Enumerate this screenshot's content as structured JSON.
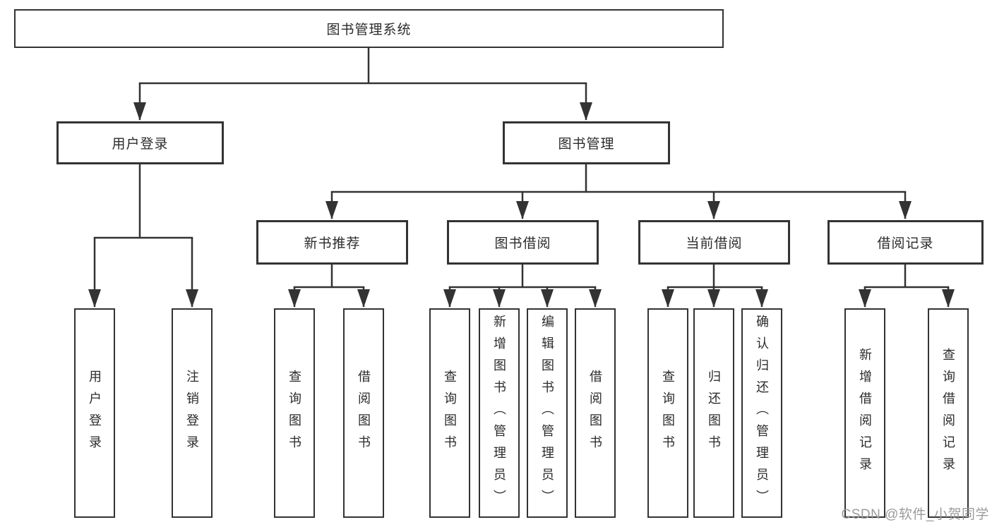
{
  "diagram_type": "functional-structure-tree",
  "tree": {
    "root": "图书管理系统",
    "branches": [
      {
        "label": "用户登录",
        "children": [
          "用户登录",
          "注销登录"
        ]
      },
      {
        "label": "图书管理",
        "children": [
          {
            "label": "新书推荐",
            "children": [
              "查询图书",
              "借阅图书"
            ]
          },
          {
            "label": "图书借阅",
            "children": [
              "查询图书",
              "新增图书（管理员）",
              "编辑图书（管理员）",
              "借阅图书"
            ]
          },
          {
            "label": "当前借阅",
            "children": [
              "查询图书",
              "归还图书",
              "确认归还（管理员）"
            ]
          },
          {
            "label": "借阅记录",
            "children": [
              "新增借阅记录",
              "查询借阅记录"
            ]
          }
        ]
      }
    ]
  },
  "watermark": {
    "text": "CSDN @软件_小贺同学"
  },
  "colors": {
    "line": "#333333",
    "box_border": "#333333",
    "text": "#2b2b2b",
    "watermark": "#9b9b9b",
    "background": "#ffffff"
  }
}
